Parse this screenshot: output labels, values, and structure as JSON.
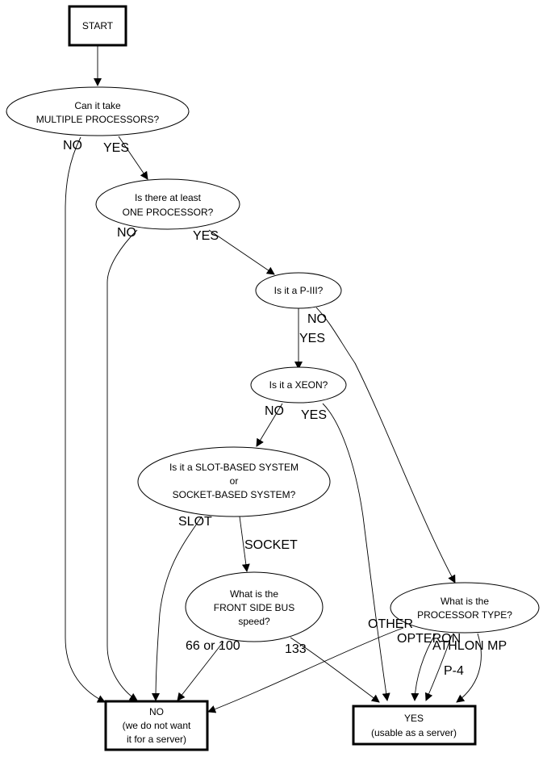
{
  "diagram": {
    "type": "flowchart",
    "nodes": {
      "start": {
        "lines": [
          "START"
        ]
      },
      "multi": {
        "lines": [
          "Can it take",
          "MULTIPLE PROCESSORS?"
        ]
      },
      "one": {
        "lines": [
          "Is there at least",
          "ONE PROCESSOR?"
        ]
      },
      "p3": {
        "lines": [
          "Is it a P-III?"
        ]
      },
      "xeon": {
        "lines": [
          "Is it a XEON?"
        ]
      },
      "slot": {
        "lines": [
          "Is it a SLOT-BASED SYSTEM",
          "or",
          "SOCKET-BASED SYSTEM?"
        ]
      },
      "fsb": {
        "lines": [
          "What is the",
          "FRONT SIDE BUS",
          "speed?"
        ]
      },
      "ptype": {
        "lines": [
          "What is the",
          "PROCESSOR TYPE?"
        ]
      },
      "no": {
        "lines": [
          "NO",
          "(we do not want",
          "it for a server)"
        ]
      },
      "yes": {
        "lines": [
          "YES",
          "(usable as a server)"
        ]
      }
    },
    "edge_labels": {
      "multi_no": "NO",
      "multi_yes": "YES",
      "one_no": "NO",
      "one_yes": "YES",
      "p3_no": "NO",
      "p3_yes": "YES",
      "xeon_no": "NO",
      "xeon_yes": "YES",
      "slot_slot": "SLOT",
      "slot_socket": "SOCKET",
      "fsb_low": "66 or 100",
      "fsb_high": "133",
      "ptype_other": "OTHER",
      "ptype_opteron": "OPTERON",
      "ptype_athlon": "ATHLON MP",
      "ptype_p4": "P-4"
    }
  }
}
